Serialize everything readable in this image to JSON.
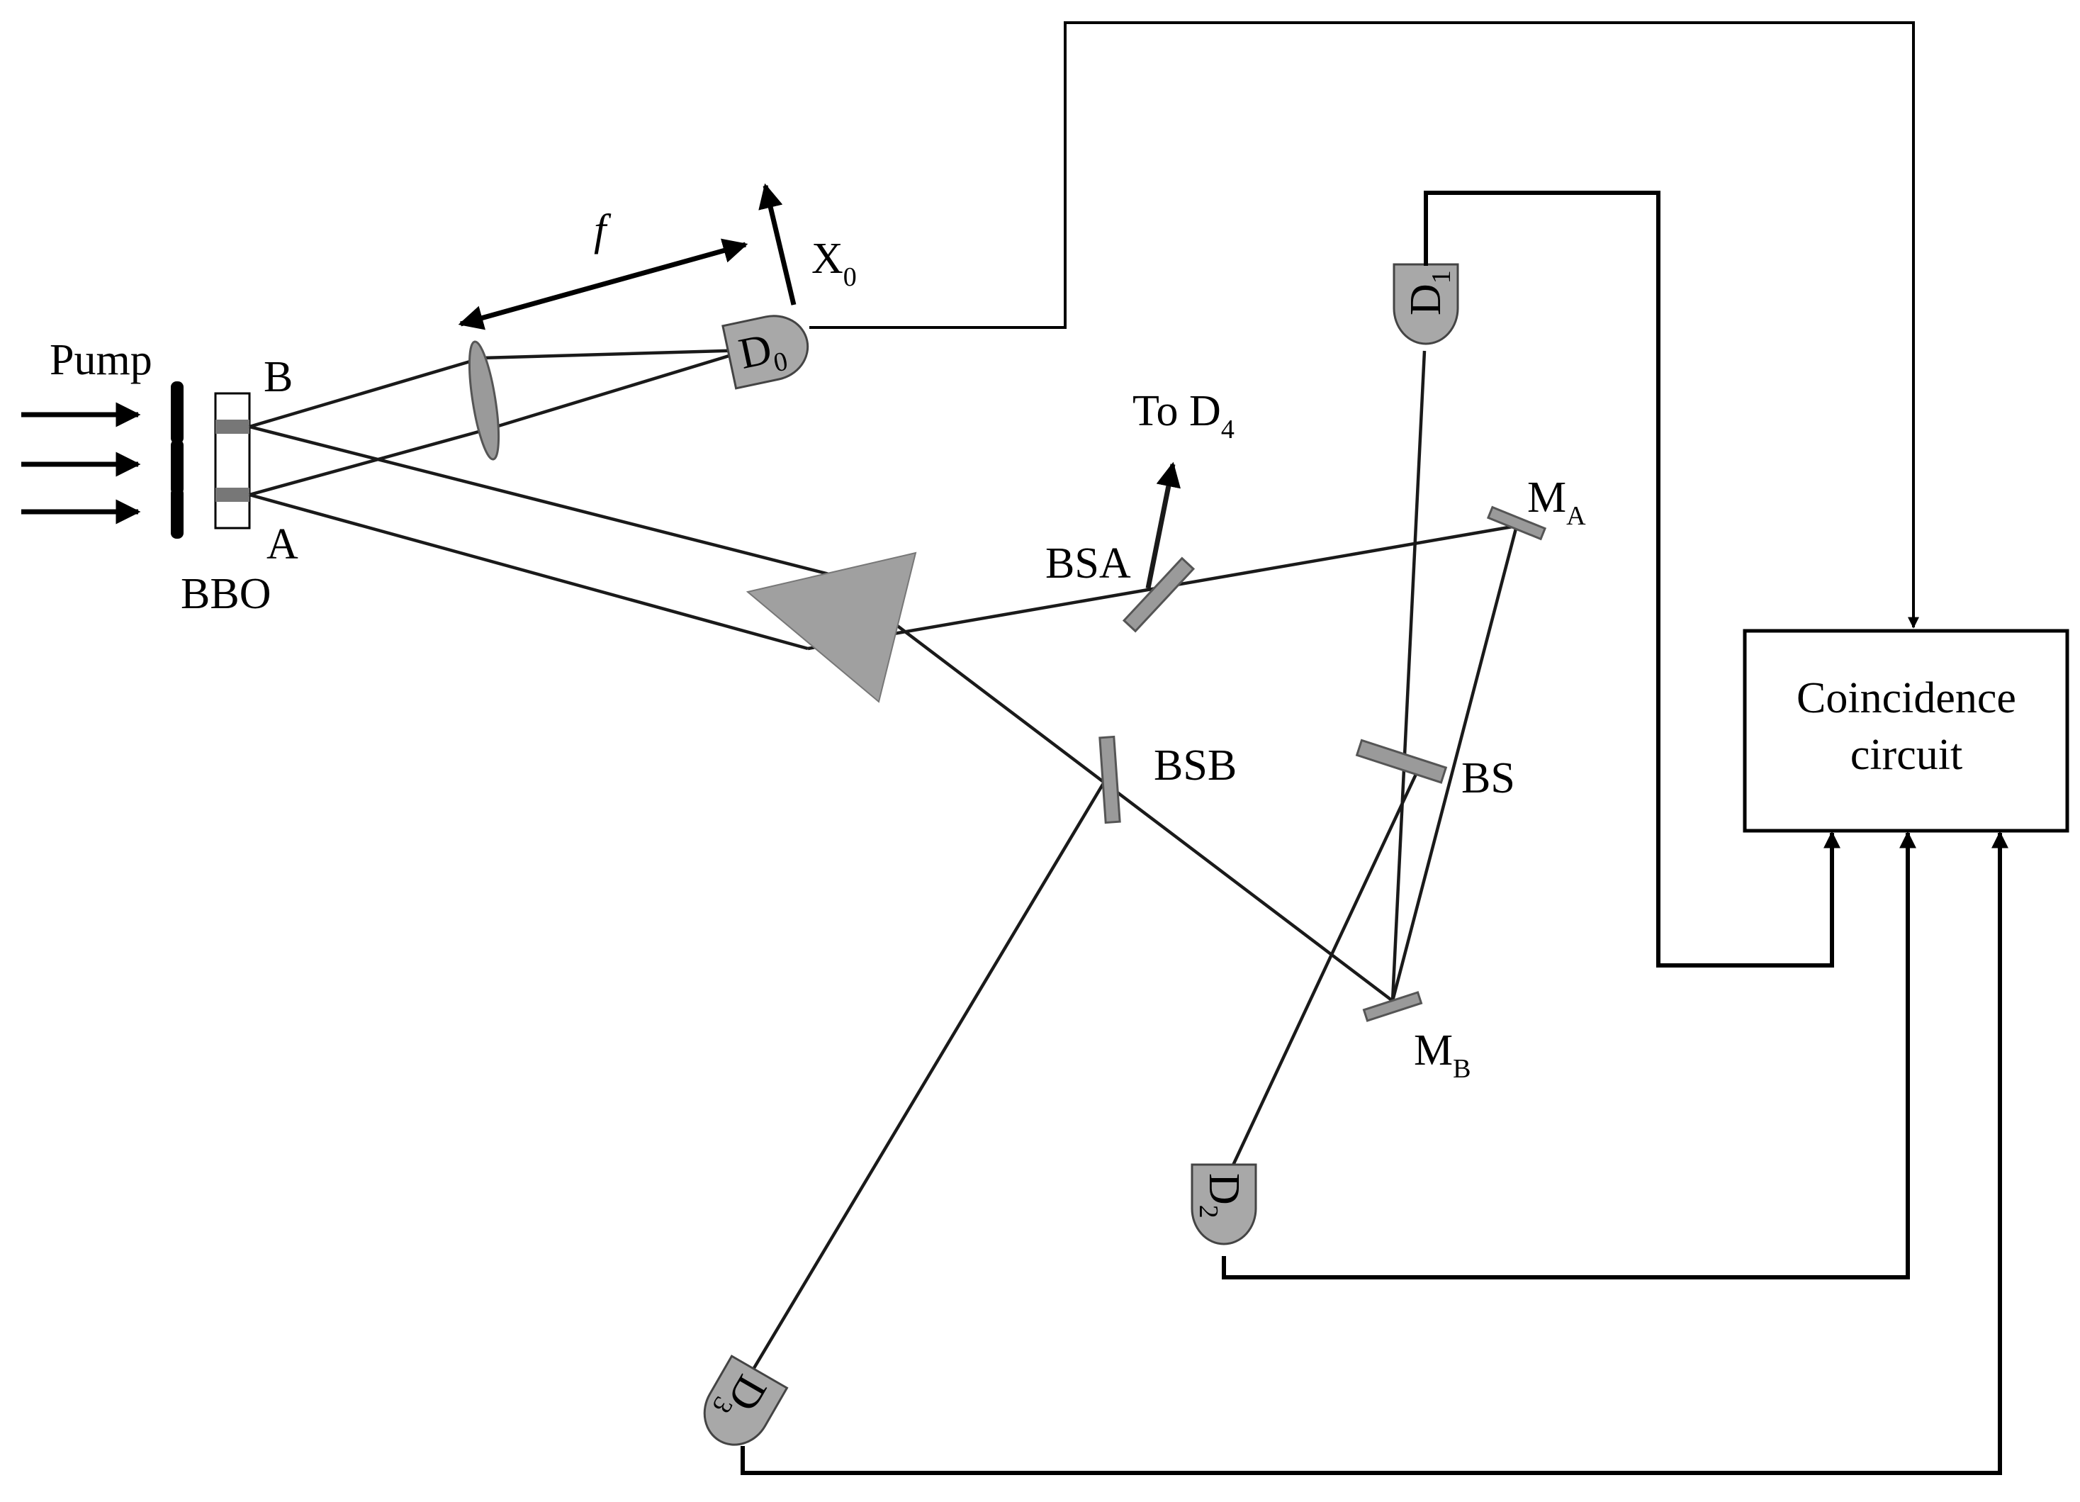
{
  "labels": {
    "pump": "Pump",
    "bbo": "BBO",
    "slit_b": "B",
    "slit_a": "A",
    "focal": "f",
    "x0_main": "X",
    "x0_sub": "0",
    "d0_main": "D",
    "d0_sub": "0",
    "d1_main": "D",
    "d1_sub": "1",
    "d2_main": "D",
    "d2_sub": "2",
    "d3_main": "D",
    "d3_sub": "3",
    "to_d4_main": "To D",
    "to_d4_sub": "4",
    "bsa": "BSA",
    "bsb": "BSB",
    "bs": "BS",
    "ma_main": "M",
    "ma_sub": "A",
    "mb_main": "M",
    "mb_sub": "B",
    "coincidence_line1": "Coincidence",
    "coincidence_line2": "circuit"
  },
  "colors": {
    "component_fill": "#9a9a9a",
    "detector_fill": "#a8a8a8",
    "line": "#000000",
    "background": "#ffffff"
  }
}
